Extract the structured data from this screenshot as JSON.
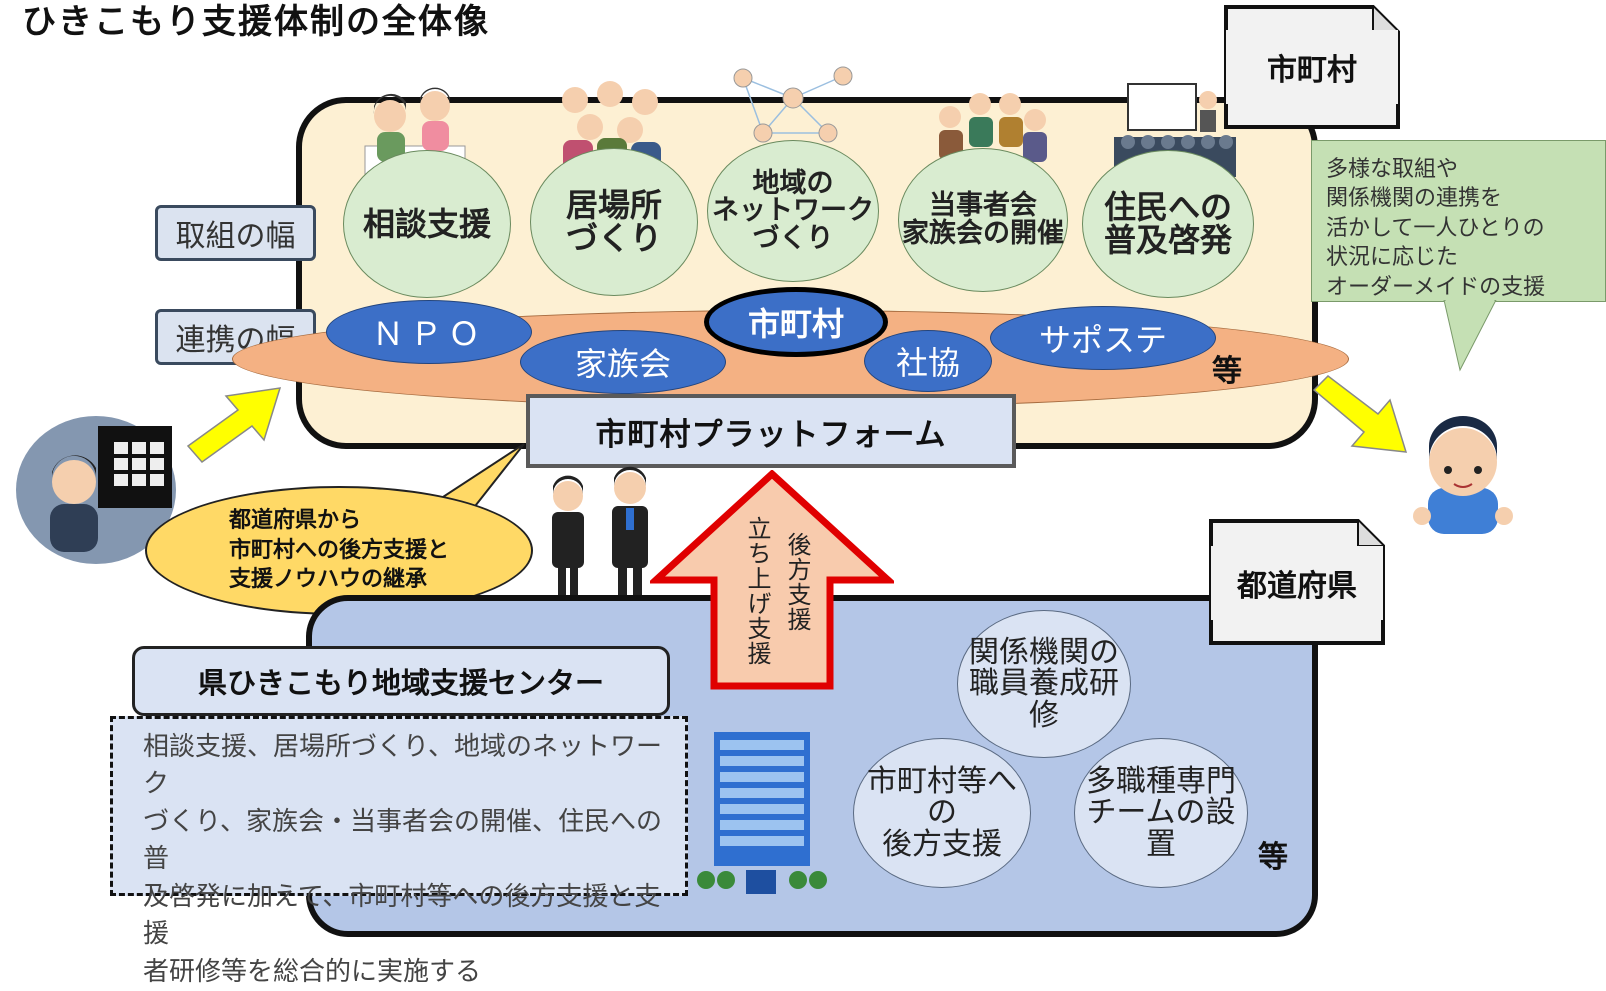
{
  "title": "ひきこもり支援体制の全体像",
  "municipality": {
    "tag": "市町村",
    "range_label_efforts": "取組の幅",
    "range_label_collab": "連携の幅",
    "efforts": [
      {
        "l1": "相談支援",
        "l2": "",
        "l3": ""
      },
      {
        "l1": "居場所",
        "l2": "づくり",
        "l3": ""
      },
      {
        "l1": "地域の",
        "l2": "ネットワーク",
        "l3": "づくり"
      },
      {
        "l1": "当事者会",
        "l2": "家族会の開催",
        "l3": ""
      },
      {
        "l1": "住民への",
        "l2": "普及啓発",
        "l3": ""
      }
    ],
    "orgs": {
      "npo": "ＮＰＯ",
      "family": "家族会",
      "city": "市町村",
      "shakyo": "社協",
      "saposute": "サポステ"
    },
    "etc": "等",
    "platform": "市町村プラットフォーム"
  },
  "note": {
    "lines": [
      "多様な取組や",
      "関係機関の連携を",
      "活かして一人ひとりの",
      "状況に応じた",
      "オーダーメイドの支援"
    ]
  },
  "bubble": {
    "lines": [
      "都道府県から",
      "市町村への後方支援と",
      "支援ノウハウの継承"
    ]
  },
  "arrow": {
    "left_text": "立ち上げ支援",
    "right_text": "後方支援"
  },
  "prefecture": {
    "tag": "都道府県",
    "center_name": "県ひきこもり地域支援センター",
    "description": [
      "相談支援、居場所づくり、地域のネットワーク",
      "づくり、家族会・当事者会の開催、住民への普",
      "及啓発に加えて、市町村等への後方支援と支援",
      "者研修等を総合的に実施する"
    ],
    "circles": [
      {
        "l1": "関係機関の",
        "l2": "職員養成研修"
      },
      {
        "l1": "市町村等への",
        "l2": "後方支援"
      },
      {
        "l1": "多職種専門",
        "l2": "チームの設置"
      }
    ],
    "etc": "等"
  },
  "colors": {
    "municipal_bg": "#fdf0d3",
    "prefecture_bg": "#b4c6e7",
    "effort_circle": "#d9ecd0",
    "org_blue": "#3c6fc7",
    "band": "#f4b183",
    "bubble": "#ffd966",
    "note": "#c5e0b4",
    "arrow_outline": "#e00000",
    "arrow_fill": "#f8cbad",
    "yellow_arrow": "#ffff00"
  }
}
